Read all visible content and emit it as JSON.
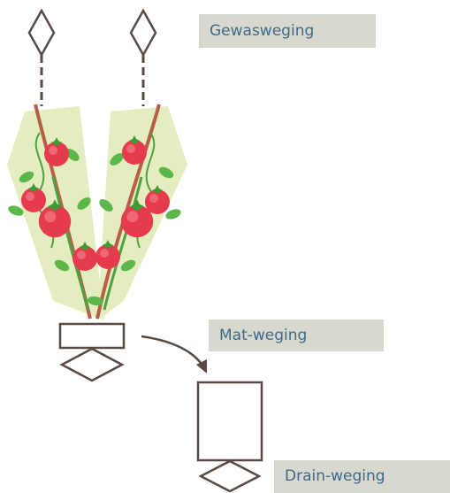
{
  "labels": {
    "crop_weighing": "Gewasweging",
    "mat_weighing": "Mat-weging",
    "drain_weighing": "Drain-weging"
  },
  "colors": {
    "label_background": "#d9d8cf",
    "label_text": "#3d6a8a",
    "outline": "#5a4a44",
    "canopy_fill": "#e3edbf",
    "leaf": "#5cb64a",
    "fruit": "#e53b4d",
    "stem": "#b85e47"
  },
  "icons": [
    "scale-diamond-icon",
    "tomato-plant-icon",
    "flow-arrow-icon"
  ]
}
